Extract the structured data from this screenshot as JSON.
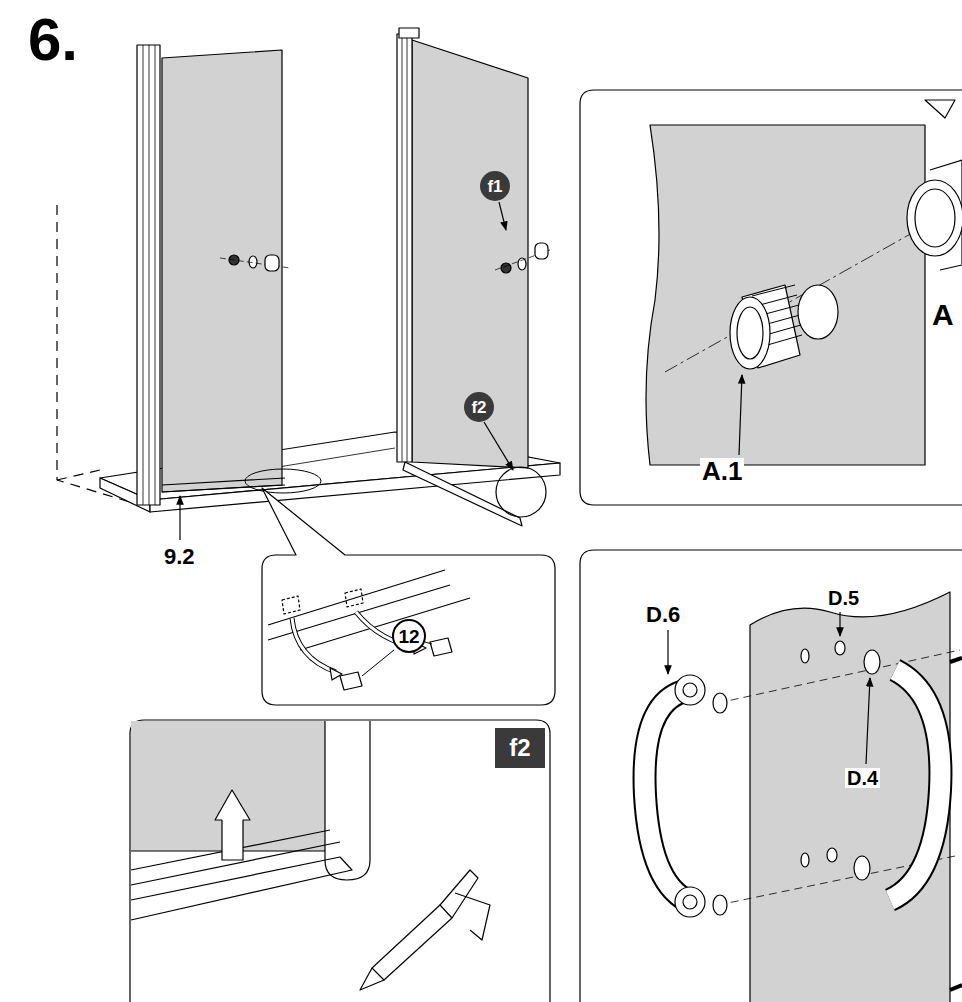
{
  "diagram": {
    "nodes": [
      {
        "text": [
          "f1"
        ]
      },
      {
        "text": [
          "f2"
        ]
      },
      {
        "text": [
          "12"
        ]
      },
      {
        "text": [
          "f2"
        ]
      }
    ],
    "labels": [
      "6.",
      "9.2",
      "A.1",
      "A",
      "D.6",
      "D.5",
      "D.4"
    ]
  }
}
